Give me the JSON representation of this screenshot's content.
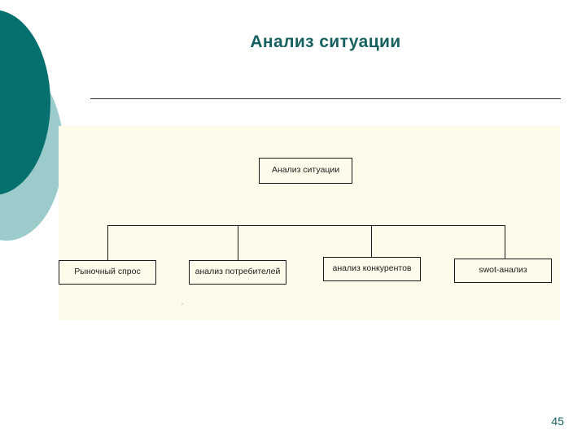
{
  "slide": {
    "title": "Анализ ситуации",
    "page_number": "45",
    "stray_mark": "ˊ"
  },
  "colors": {
    "background": "#ffffff",
    "panel": "#FDFBE9",
    "title_teal": "#16615F",
    "deco_dark_teal": "#06706E",
    "deco_light_teal": "#9BCBCB",
    "line": "#1A1A1A"
  },
  "chart_data": {
    "type": "diagram",
    "title": "Анализ ситуации",
    "orientation": "top-down tree",
    "root": {
      "id": "root",
      "label": "Анализ ситуации"
    },
    "children": [
      {
        "id": "c0",
        "label": "Рыночный спрос"
      },
      {
        "id": "c1",
        "label": "анализ потребителей"
      },
      {
        "id": "c2",
        "label": "анализ конкурентов"
      },
      {
        "id": "c3",
        "label": "swot-анализ"
      }
    ],
    "edges": [
      {
        "from": "root",
        "to": "c0"
      },
      {
        "from": "root",
        "to": "c1"
      },
      {
        "from": "root",
        "to": "c2"
      },
      {
        "from": "root",
        "to": "c3"
      }
    ]
  }
}
